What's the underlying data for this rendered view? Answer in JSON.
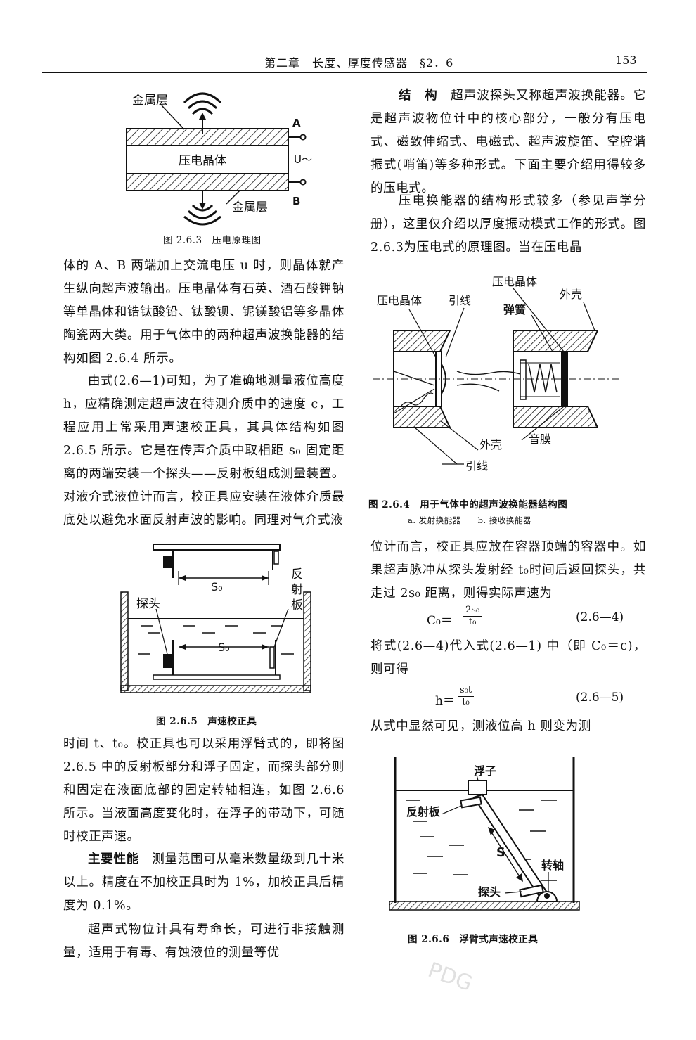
{
  "header": {
    "running_title": "第二章　长度、厚度传感器　§2．6",
    "page_number": "153"
  },
  "fig_2_6_3": {
    "caption": "图 2.6.3　压电原理图",
    "label_metal_top": "金属层",
    "label_crystal": "压电晶体",
    "label_metal_bottom": "金属层",
    "label_A": "A",
    "label_B": "B",
    "label_U": "U～"
  },
  "left_col": {
    "p1": "体的 A、B 两端加上交流电压 u 时，则晶体就产生纵向超声波输出。压电晶体有石英、酒石酸钾钠等单晶体和锆钛酸铅、钛酸钡、铌镁酸铝等多晶体陶瓷两大类。用于气体中的两种超声波换能器的结构如图 2.6.4 所示。",
    "p2": "由式(2.6—1)可知，为了准确地测量液位高度 h，应精确测定超声波在待测介质中的速度 c，工程应用上常采用声速校正具，其具体结构如图 2.6.5 所示。它是在传声介质中取相距 s₀ 固定距离的两端安装一个探头——反射板组成测量装置。对液介式液位计而言，校正具应安装在液体介质最底处以避免水面反射声波的影响。同理对气介式液",
    "p3": "时间 t、t₀。校正具也可以采用浮臂式的，即将图 2.6.5 中的反射板部分和浮子固定，而探头部分则和固定在液面底部的固定转轴相连，如图 2.6.6 所示。当液面高度变化时，在浮子的带动下，可随时校正声速。",
    "p4_lead": "主要性能",
    "p4_rest": "　测量范围可从毫米数量级到几十米以上。精度在不加校正具时为 1%，加校正具后精度为 0.1%。",
    "p5": "超声式物位计具有寿命长，可进行非接触测量，适用于有毒、有蚀液位的测量等优"
  },
  "fig_2_6_5": {
    "caption": "图 2.6.5　声速校正具",
    "label_s0_top": "S₀",
    "label_s0_bottom": "S₀",
    "label_probe": "探头",
    "label_reflector": "反射板"
  },
  "right_col": {
    "p1_lead": "结　构",
    "p1_rest": "　超声波探头又称超声波换能器。它是超声波物位计中的核心部分，一般分有压电式、磁致伸缩式、电磁式、超声波旋笛、空腔谐振式(哨笛)等多种形式。下面主要介绍用得较多的压电式。",
    "p2": "压电换能器的结构形式较多（参见声学分册），这里仅介绍以厚度振动模式工作的形式。图2.6.3为压电式的原理图。当在压电晶",
    "p3": "位计而言，校正具应放在容器顶端的容器中。如果超声脉冲从探头发射经 t₀时间后返回探头，共走过 2s₀ 距离，则得实际声速为",
    "eq1_lhs": "C₀＝",
    "eq1_num": "2s₀",
    "eq1_den": "t₀",
    "eq1_tag": "(2.6—4)",
    "p4": "将式(2.6—4)代入式(2.6—1) 中（即 C₀＝c)，则可得",
    "eq2_lhs": "h＝",
    "eq2_num": "s₀t",
    "eq2_den": "t₀",
    "eq2_tag": "(2.6—5)",
    "p5": "从式中显然可见，测液位高 h 则变为测"
  },
  "fig_2_6_4": {
    "caption": "图 2.6.4　用于气体中的超声波换能器结构图",
    "subcaption": "a. 发射换能器　　b. 接收换能器",
    "label_crystal_left": "压电晶体",
    "label_lead_top": "引线",
    "label_crystal_top": "压电晶体",
    "label_spring": "弹簧",
    "label_shell_top": "外壳",
    "label_shell_bottom": "外壳",
    "label_diaphragm": "音膜",
    "label_lead_bottom": "引线"
  },
  "fig_2_6_6": {
    "caption": "图 2.6.6　浮臂式声速校正具",
    "label_float": "浮子",
    "label_reflector": "反射板",
    "label_s": "S",
    "label_pivot": "转轴",
    "label_probe": "探头"
  },
  "watermark": "PDG"
}
